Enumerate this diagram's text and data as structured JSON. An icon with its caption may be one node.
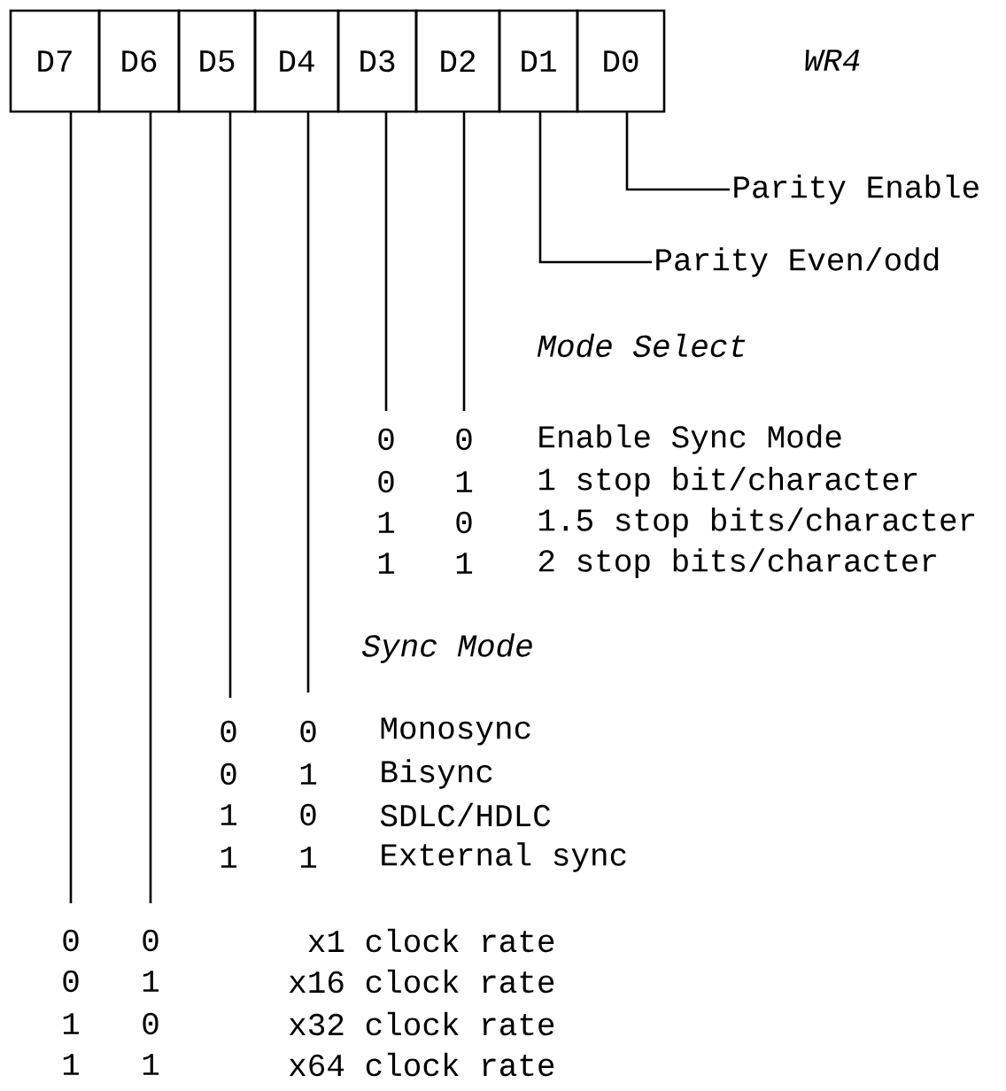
{
  "diagram": {
    "nodes": [
      {
        "text": [
          "D7"
        ]
      },
      {
        "text": [
          "D6"
        ]
      },
      {
        "text": [
          "D5"
        ]
      },
      {
        "text": [
          "D4"
        ]
      },
      {
        "text": [
          "D3"
        ]
      },
      {
        "text": [
          "D2"
        ]
      },
      {
        "text": [
          "D1"
        ]
      },
      {
        "text": [
          "D0"
        ]
      },
      {
        "text": [
          "Parity Enable"
        ]
      },
      {
        "text": [
          "Parity Even/odd"
        ]
      }
    ],
    "edges": [
      {
        "from": 7,
        "to": 8,
        "arrow": "none"
      },
      {
        "from": 6,
        "to": 9,
        "arrow": "none"
      },
      {
        "from": 5,
        "to": null,
        "arrow": "none"
      },
      {
        "from": 4,
        "to": null,
        "arrow": "none"
      },
      {
        "from": 3,
        "to": null,
        "arrow": "none"
      },
      {
        "from": 2,
        "to": null,
        "arrow": "none"
      },
      {
        "from": 1,
        "to": null,
        "arrow": "none"
      },
      {
        "from": 0,
        "to": null,
        "arrow": "none"
      }
    ],
    "labels": [
      "WR4",
      "Mode Select",
      "0",
      "0",
      "Enable Sync Mode",
      "0",
      "1",
      "1 stop bit/character",
      "1",
      "0",
      "1.5 stop bits/character",
      "1",
      "1",
      "2 stop bits/character",
      "Sync Mode",
      "0",
      "0",
      "Monosync",
      "0",
      "1",
      "Bisync",
      "1",
      "0",
      "SDLC/HDLC",
      "1",
      "1",
      "External sync",
      "0",
      "0",
      "x1 clock rate",
      "0",
      "1",
      "x16 clock rate",
      "1",
      "0",
      "x32 clock rate",
      "1",
      "1",
      "x64 clock rate"
    ]
  }
}
